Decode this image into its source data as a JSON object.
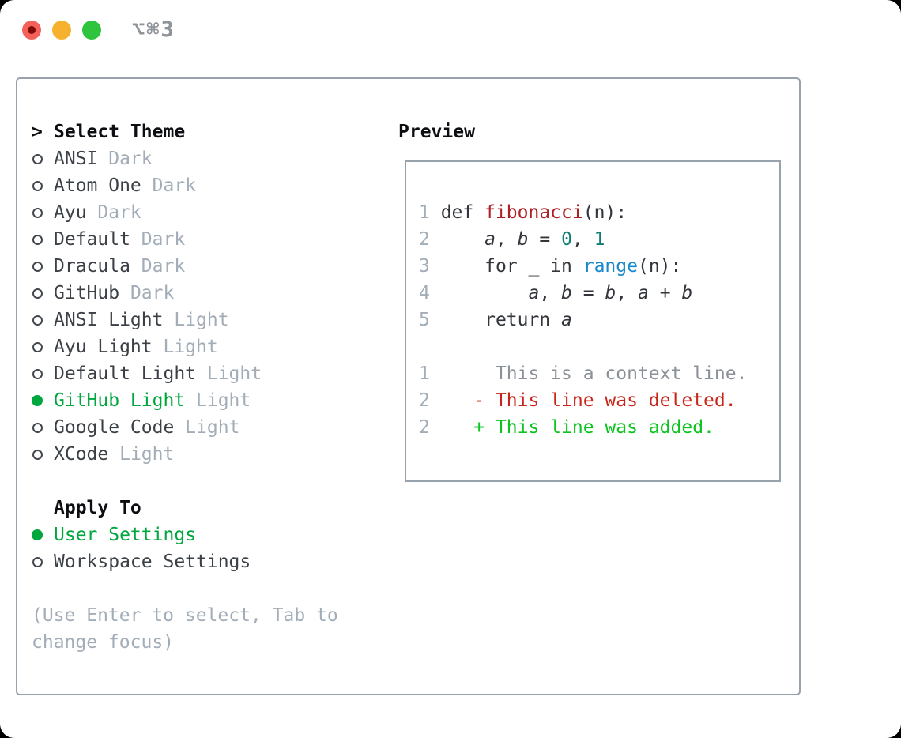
{
  "window": {
    "shortcut": "⌥⌘3"
  },
  "panel": {
    "theme_section": {
      "header_marker": ">",
      "header": "Select Theme",
      "themes": [
        {
          "name": "ANSI",
          "variant": "Dark",
          "selected": false
        },
        {
          "name": "Atom One",
          "variant": "Dark",
          "selected": false
        },
        {
          "name": "Ayu",
          "variant": "Dark",
          "selected": false
        },
        {
          "name": "Default",
          "variant": "Dark",
          "selected": false
        },
        {
          "name": "Dracula",
          "variant": "Dark",
          "selected": false
        },
        {
          "name": "GitHub",
          "variant": "Dark",
          "selected": false
        },
        {
          "name": "ANSI Light",
          "variant": "Light",
          "selected": false
        },
        {
          "name": "Ayu Light",
          "variant": "Light",
          "selected": false
        },
        {
          "name": "Default Light",
          "variant": "Light",
          "selected": false
        },
        {
          "name": "GitHub Light",
          "variant": "Light",
          "selected": true
        },
        {
          "name": "Google Code",
          "variant": "Light",
          "selected": false
        },
        {
          "name": "XCode",
          "variant": "Light",
          "selected": false
        }
      ]
    },
    "apply_section": {
      "header": "Apply To",
      "options": [
        {
          "label": "User Settings",
          "selected": true
        },
        {
          "label": "Workspace Settings",
          "selected": false
        }
      ]
    },
    "hint": "(Use Enter to select, Tab to change focus)",
    "preview": {
      "header": "Preview",
      "code_lines": [
        {
          "num": "1",
          "segments": [
            {
              "text": "def ",
              "color": "code"
            },
            {
              "text": "fibonacci",
              "color": "func"
            },
            {
              "text": "(n):",
              "color": "code"
            }
          ]
        },
        {
          "num": "2",
          "segments": [
            {
              "text": "    ",
              "color": "code"
            },
            {
              "text": "a",
              "color": "code",
              "italic": true
            },
            {
              "text": ", ",
              "color": "code"
            },
            {
              "text": "b",
              "color": "code",
              "italic": true
            },
            {
              "text": " = ",
              "color": "code"
            },
            {
              "text": "0",
              "color": "number"
            },
            {
              "text": ", ",
              "color": "code"
            },
            {
              "text": "1",
              "color": "number"
            }
          ]
        },
        {
          "num": "3",
          "segments": [
            {
              "text": "    for _ in ",
              "color": "code"
            },
            {
              "text": "range",
              "color": "builtin"
            },
            {
              "text": "(n):",
              "color": "code"
            }
          ]
        },
        {
          "num": "4",
          "segments": [
            {
              "text": "        ",
              "color": "code"
            },
            {
              "text": "a",
              "color": "code",
              "italic": true
            },
            {
              "text": ", ",
              "color": "code"
            },
            {
              "text": "b",
              "color": "code",
              "italic": true
            },
            {
              "text": " = ",
              "color": "code"
            },
            {
              "text": "b",
              "color": "code",
              "italic": true
            },
            {
              "text": ", ",
              "color": "code"
            },
            {
              "text": "a",
              "color": "code",
              "italic": true
            },
            {
              "text": " + ",
              "color": "code"
            },
            {
              "text": "b",
              "color": "code",
              "italic": true
            }
          ]
        },
        {
          "num": "5",
          "segments": [
            {
              "text": "    return ",
              "color": "code"
            },
            {
              "text": "a",
              "color": "code",
              "italic": true
            }
          ]
        },
        {
          "num": "",
          "segments": []
        },
        {
          "num": "1",
          "segments": [
            {
              "text": "     This is a context line.",
              "color": "context"
            }
          ]
        },
        {
          "num": "2",
          "segments": [
            {
              "text": "   - This line was deleted.",
              "color": "deleted"
            }
          ]
        },
        {
          "num": "2",
          "segments": [
            {
              "text": "   + This line was added.",
              "color": "added"
            }
          ]
        }
      ]
    }
  },
  "colors": {
    "selection_green": "#00a73e",
    "added_green": "#0cc41f",
    "deleted_red": "#c7271b",
    "function_red": "#ad2126",
    "builtin_blue": "#1788cc",
    "number_teal": "#0e7e73",
    "code_text": "#32363c",
    "context_gray": "#8b9198",
    "muted_gray": "#a3adb8",
    "text_dark": "#3b4046",
    "heading_black": "#0c0e11",
    "border_gray": "#98a2ad",
    "traffic_red": "#f4615a",
    "traffic_red_dot": "#7e0c05",
    "traffic_yellow": "#f6b12f",
    "traffic_green": "#2fc43e",
    "titlebar_text": "#8f939a"
  }
}
